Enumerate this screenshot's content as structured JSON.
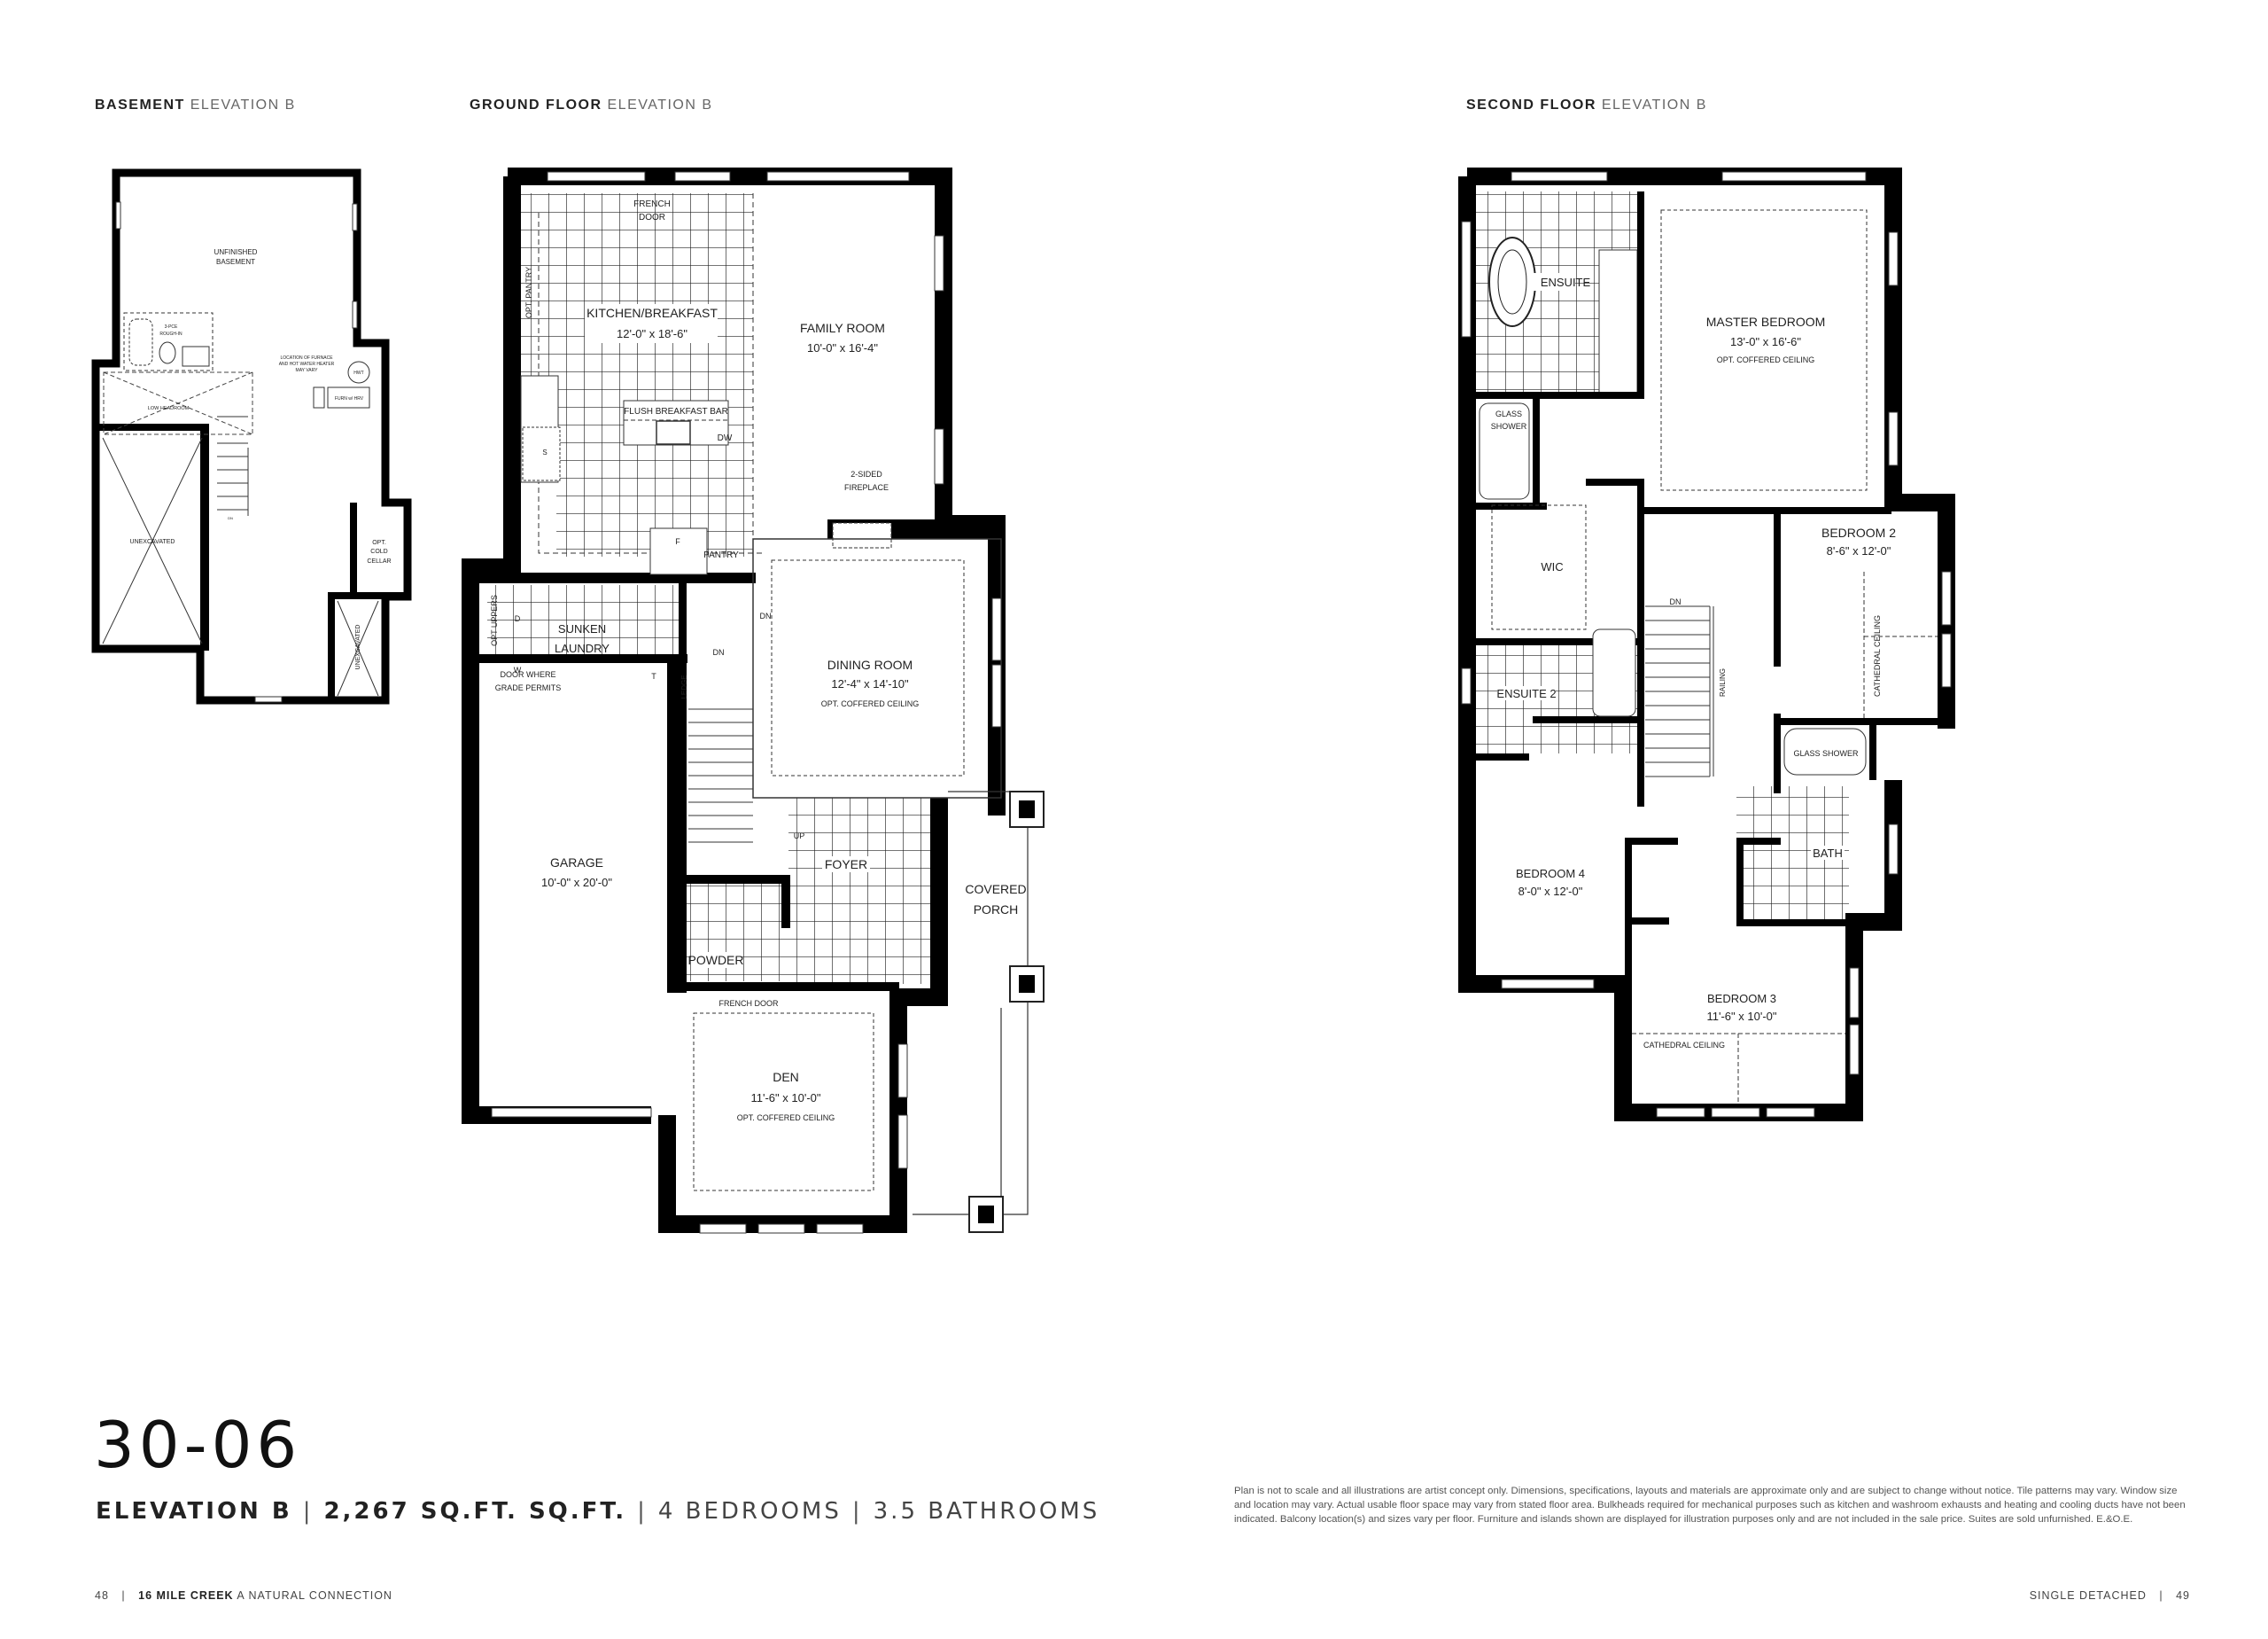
{
  "headers": {
    "basement": {
      "bold": "BASEMENT",
      "light": "ELEVATION B"
    },
    "ground": {
      "bold": "GROUND FLOOR",
      "light": "ELEVATION B"
    },
    "second": {
      "bold": "SECOND FLOOR",
      "light": "ELEVATION B"
    }
  },
  "basement_labels": {
    "unfinished_1": "UNFINISHED",
    "unfinished_2": "BASEMENT",
    "roughin_1": "3-PCE",
    "roughin_2": "ROUGH-IN",
    "furnace_1": "LOCATION OF FURNACE",
    "furnace_2": "AND HOT WATER HEATER",
    "furnace_3": "MAY VARY",
    "hwt": "HWT",
    "furn": "FURN w/ HRV",
    "low_headroom": "LOW HEADROOM",
    "unexcavated": "UNEXCAVATED",
    "dn": "DN",
    "cold_1": "OPT.",
    "cold_2": "COLD",
    "cold_3": "CELLAR",
    "unexcavated_2": "UNEXCAVATED"
  },
  "ground_labels": {
    "french_door_1": "FRENCH",
    "french_door_2": "DOOR",
    "opt_pantry": "OPT. PANTRY",
    "kitchen": "KITCHEN/BREAKFAST",
    "kitchen_dim": "12'-0\" x 18'-6\"",
    "family": "FAMILY ROOM",
    "family_dim": "10'-0\" x 16'-4\"",
    "breakfast_bar": "FLUSH BREAKFAST BAR",
    "dw": "DW",
    "s": "S",
    "f": "F",
    "fireplace_1": "2-SIDED",
    "fireplace_2": "FIREPLACE",
    "pantry": "PANTRY",
    "opt_uppers": "OPT UPPERS",
    "d": "D",
    "w": "W",
    "laundry_1": "SUNKEN",
    "laundry_2": "LAUNDRY",
    "t": "T",
    "dn_1": "DN",
    "dn_2": "DN",
    "dining": "DINING ROOM",
    "dining_dim": "12'-4\" x 14'-10\"",
    "dining_note": "OPT. COFFERED CEILING",
    "grade_1": "DOOR WHERE",
    "grade_2": "GRADE PERMITS",
    "ledge": "LEDGE",
    "garage": "GARAGE",
    "garage_dim": "10'-0\" x 20'-0\"",
    "up": "UP",
    "foyer": "FOYER",
    "porch_1": "COVERED",
    "porch_2": "PORCH",
    "powder": "POWDER",
    "den_french": "FRENCH DOOR",
    "den": "DEN",
    "den_dim": "11'-6\" x 10'-0\"",
    "den_note": "OPT. COFFERED CEILING"
  },
  "second_labels": {
    "ensuite": "ENSUITE",
    "master": "MASTER BEDROOM",
    "master_dim": "13'-0\" x 16'-6\"",
    "master_note": "OPT. COFFERED CEILING",
    "glass_1": "GLASS",
    "glass_2": "SHOWER",
    "wic": "WIC",
    "bed2": "BEDROOM 2",
    "bed2_dim": "8'-6\" x 12'-0\"",
    "dn": "DN",
    "cathedral_v": "CATHEDRAL CEILING",
    "ensuite2": "ENSUITE 2",
    "railing": "RAILING",
    "glass_shower": "GLASS SHOWER",
    "bath": "BATH",
    "bed4": "BEDROOM 4",
    "bed4_dim": "8'-0\" x 12'-0\"",
    "bed3": "BEDROOM 3",
    "bed3_dim": "11'-6\" x 10'-0\"",
    "cathedral": "CATHEDRAL CEILING"
  },
  "model": {
    "name": "30-06",
    "elevation": "ELEVATION B",
    "area": "2,267 SQ.FT. SQ.FT.",
    "bedrooms": "4 BEDROOMS",
    "bathrooms": "3.5 BATHROOMS",
    "sep": "|"
  },
  "disclaimer": "Plan is not to scale and all illustrations are artist concept only. Dimensions, specifications, layouts and materials are approximate only and are subject to change without notice. Tile patterns may vary. Window size and location may vary. Actual usable floor space may vary from stated floor area. Bulkheads required for mechanical purposes such as kitchen and washroom exhausts and heating and cooling ducts have not been indicated. Balcony location(s) and sizes vary per floor. Furniture and islands shown are displayed for illustration purposes only and are not included in the sale price. Suites are sold unfurnished. E.&O.E.",
  "footer": {
    "left_page": "48",
    "sep": "|",
    "brand": "16 MILE CREEK",
    "tagline": "A NATURAL CONNECTION",
    "right_label": "SINGLE DETACHED",
    "right_page": "49"
  }
}
